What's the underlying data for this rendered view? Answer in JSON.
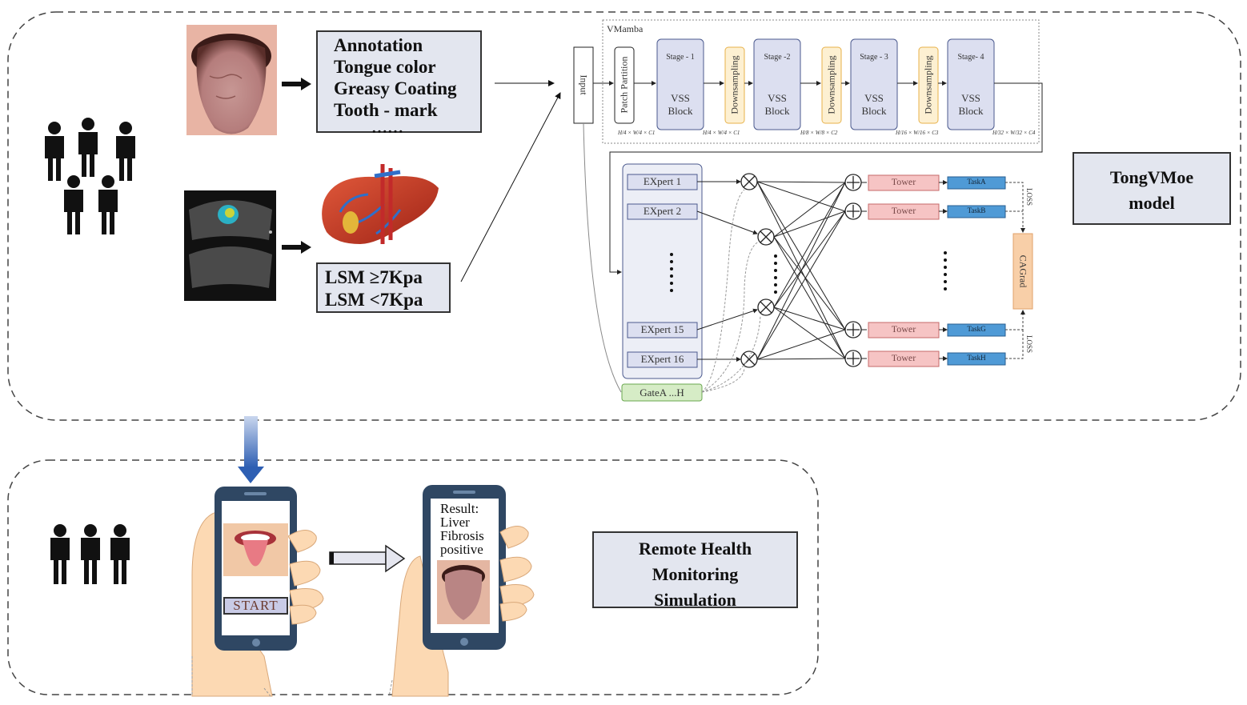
{
  "annotation": {
    "lines": [
      "Annotation",
      "Tongue color",
      "Greasy Coating",
      "Tooth - mark",
      "……"
    ]
  },
  "lsm": {
    "lines": [
      "LSM ≥7Kpa",
      "LSM <7Kpa"
    ]
  },
  "model_label": {
    "line1": "TongVMoe",
    "line2": "model"
  },
  "remote_label": {
    "line1": "Remote Health",
    "line2": "Monitoring",
    "line3": "Simulation"
  },
  "vmamba": {
    "title": "VMamba",
    "input_label": "Input",
    "patch_partition": "Patch Partition",
    "downsampling": "Downsampling",
    "stages": [
      {
        "stage": "Stage - 1",
        "block": [
          "VSS",
          "Block"
        ],
        "dim": "H/4 × W/4 × C1"
      },
      {
        "stage": "Stage -2",
        "block": [
          "VSS",
          "Block"
        ],
        "dim": "H/8 × W/8 × C2"
      },
      {
        "stage": "Stage - 3",
        "block": [
          "VSS",
          "Block"
        ],
        "dim": "H/16 × W/16 × C3"
      },
      {
        "stage": "Stage- 4",
        "block": [
          "VSS",
          "Block"
        ],
        "dim": "H/32 × W/32 × C4"
      }
    ],
    "patch_dim": "H/4 × W/4 × C1"
  },
  "moe": {
    "experts": [
      "EXpert 1",
      "EXpert 2",
      "EXpert 15",
      "EXpert 16"
    ],
    "gate": "GateA ...H",
    "tower": "Tower",
    "tasks": [
      "TaskA",
      "TaskB",
      "TaskG",
      "TaskH"
    ],
    "cagrad": "CAGrad",
    "loss": "LOSS"
  },
  "phone": {
    "start": "START",
    "result_lines": [
      "Result:",
      "Liver",
      "Fibrosis",
      "positive"
    ]
  },
  "colors": {
    "box_fill": "#e3e6ef",
    "vss_fill": "#dcdff0",
    "down_fill": "#fdf0d2",
    "down_border": "#e8b24a",
    "tower_fill": "#f6c4c4",
    "task_fill": "#4f9ad6",
    "gate_fill": "#d6ecc6",
    "cagrad_fill": "#f8cfa8",
    "phone": "#2f4763",
    "hand": "#fcd9b3",
    "arrow_blue": "#3b68b8"
  }
}
